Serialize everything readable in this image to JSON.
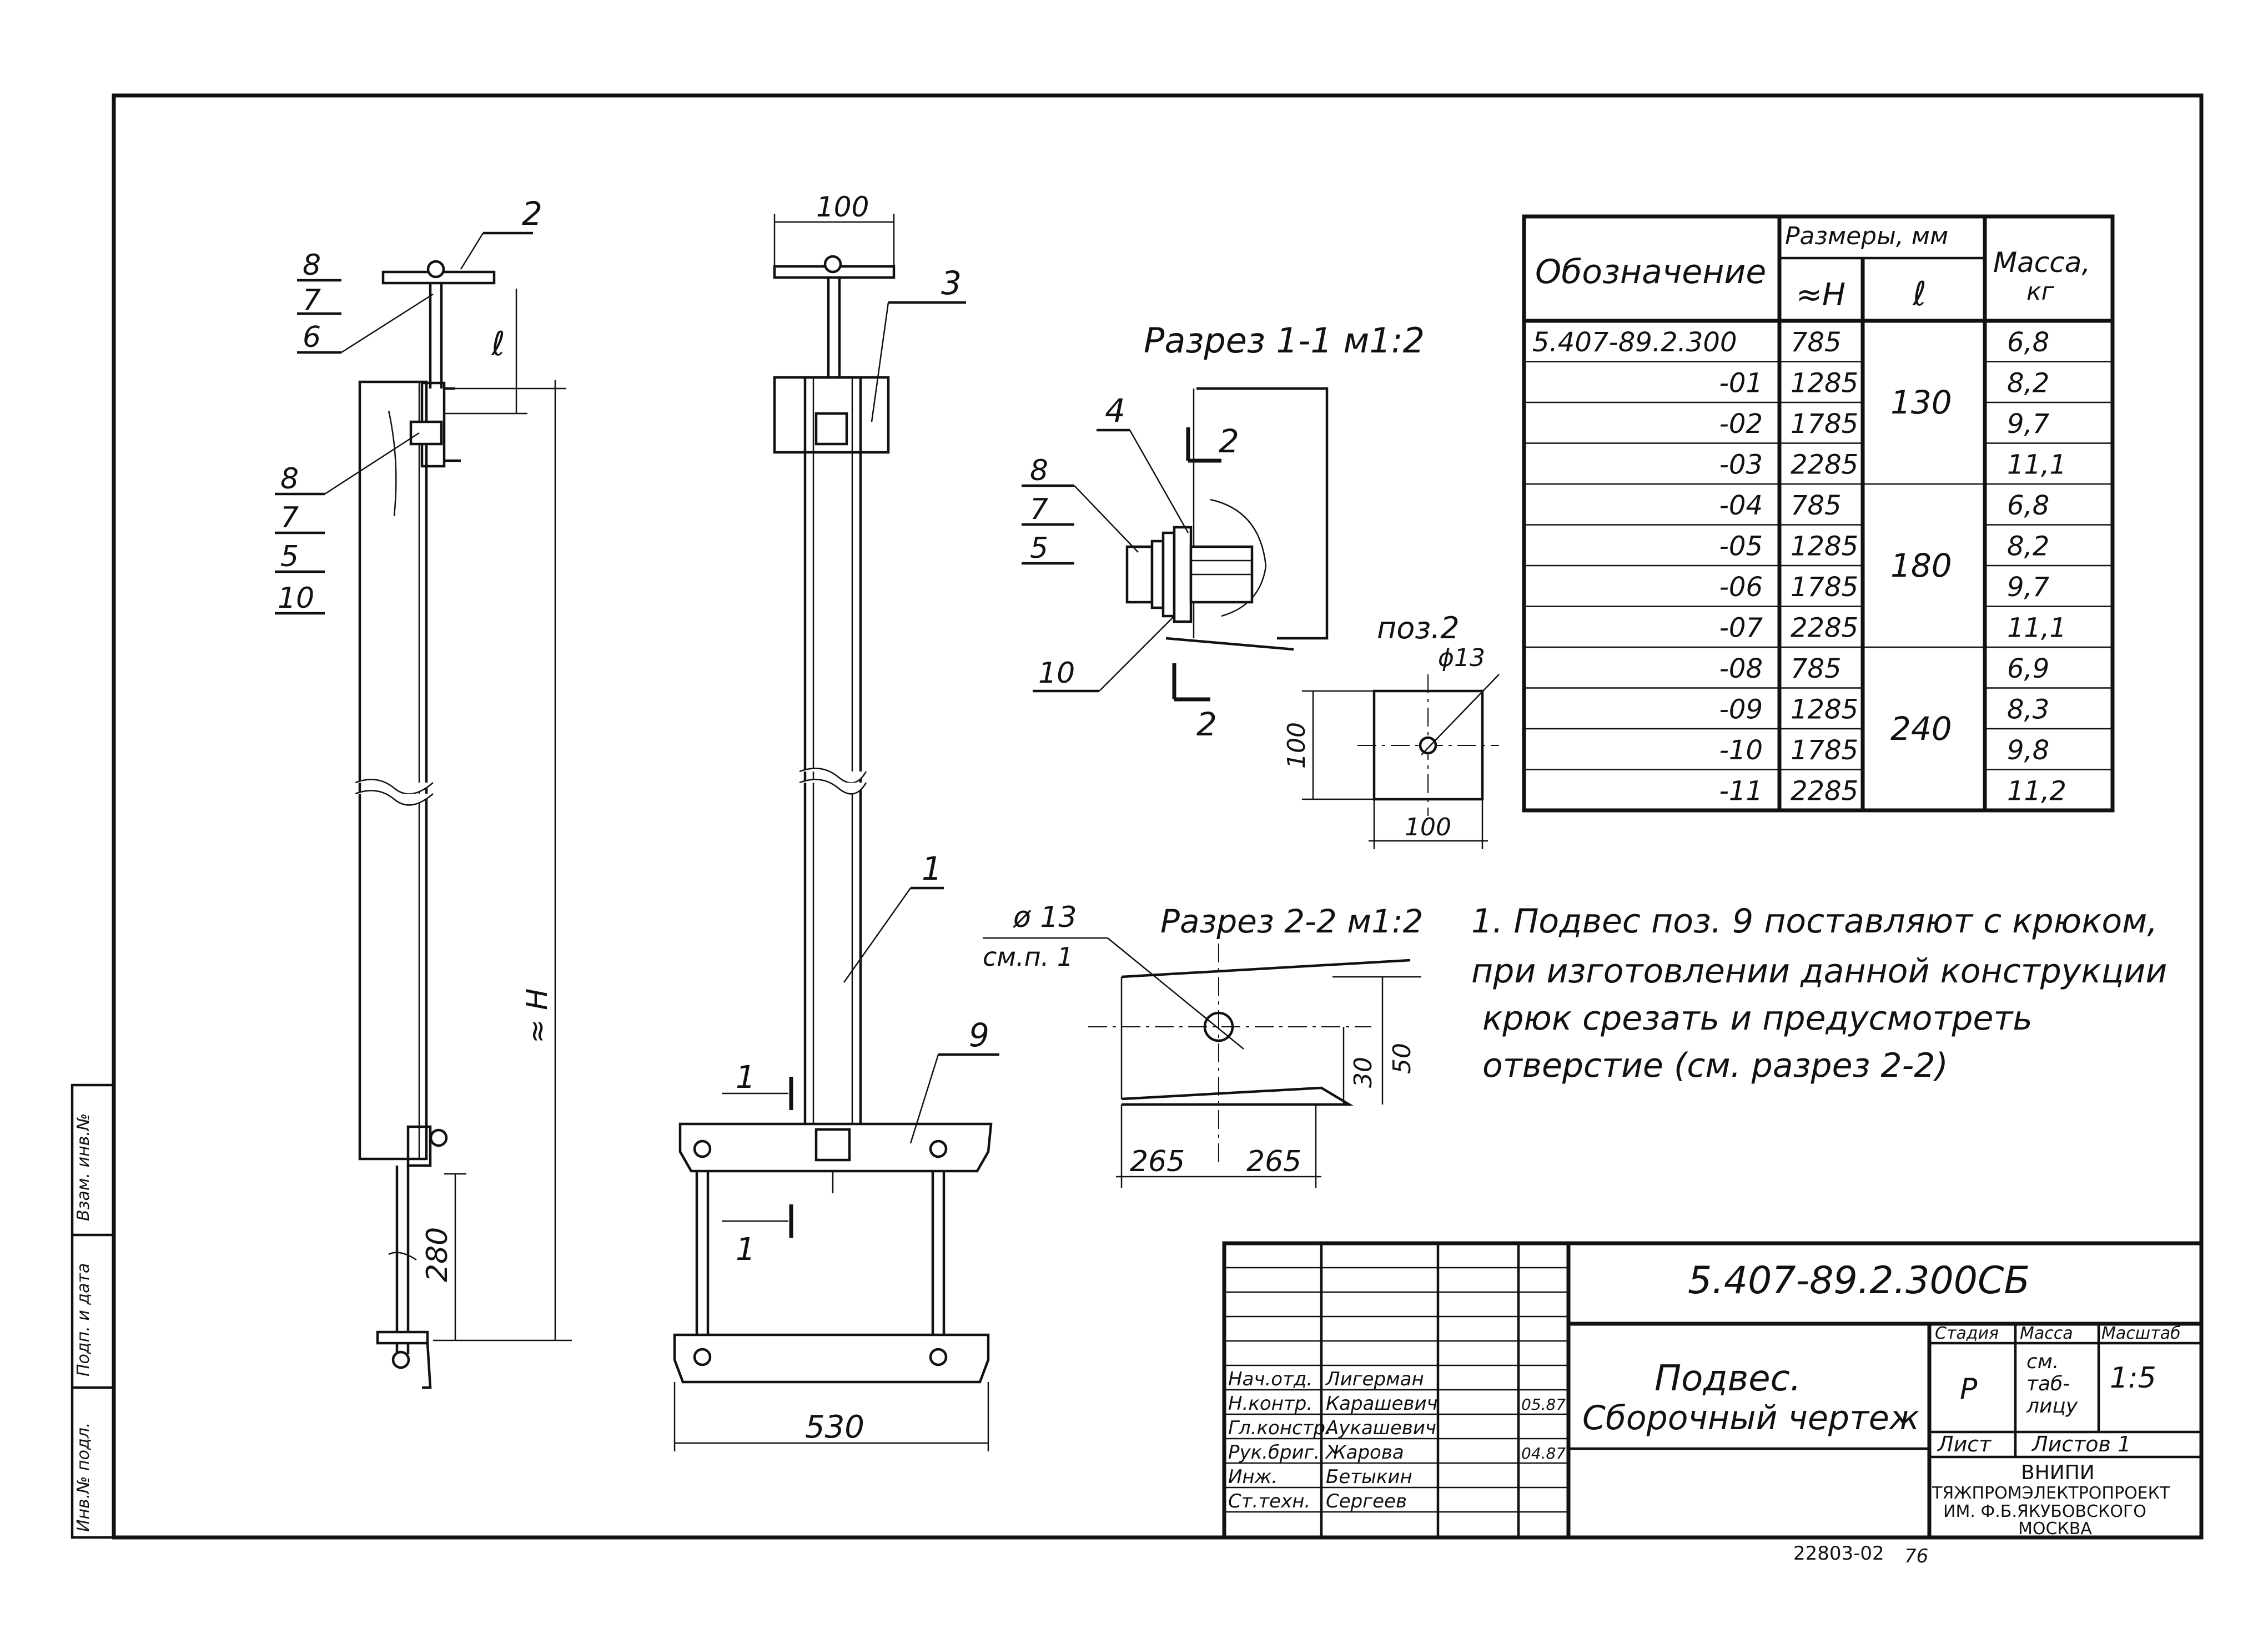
{
  "left_view": {
    "callouts_top": [
      "8",
      "7",
      "6"
    ],
    "callout_2": "2",
    "callouts_mid": [
      "8",
      "7",
      "5",
      "10"
    ],
    "dim_l": "ℓ",
    "dim_280": "280",
    "dim_H": "≈ H"
  },
  "front_view": {
    "dim_100": "100",
    "callout_3": "3",
    "callout_1": "1",
    "callout_9": "9",
    "section_1_top": "1",
    "section_1_bottom": "1",
    "dim_530": "530"
  },
  "section_1_1": {
    "title": "Разрез 1-1 м1:2",
    "callout_4": "4",
    "callout_2": "2",
    "callouts": [
      "8",
      "7",
      "5"
    ],
    "callout_10": "10",
    "cut_2_bottom": "2"
  },
  "pos_2": {
    "title": "поз.2",
    "dia": "ϕ13",
    "dim_vertical": "100",
    "dim_horizontal": "100"
  },
  "section_2_2": {
    "title": "Разрез 2-2 м1:2",
    "dia": "ø 13",
    "note_ref": "см.п. 1",
    "dim_30": "30",
    "dim_50": "50",
    "dim_265_left": "265",
    "dim_265_right": "265"
  },
  "table": {
    "header_designation": "Обозначение",
    "header_sizes": "Размеры, мм",
    "header_H": "≈H",
    "header_l": "ℓ",
    "header_mass": "Масса,",
    "header_mass_unit": "кг",
    "rows": [
      {
        "designation": "5.407-89.2.300",
        "H": "785",
        "mass": "6,8"
      },
      {
        "designation": "-01",
        "H": "1285",
        "mass": "8,2"
      },
      {
        "designation": "-02",
        "H": "1785",
        "mass": "9,7"
      },
      {
        "designation": "-03",
        "H": "2285",
        "mass": "11,1"
      },
      {
        "designation": "-04",
        "H": "785",
        "mass": "6,8"
      },
      {
        "designation": "-05",
        "H": "1285",
        "mass": "8,2"
      },
      {
        "designation": "-06",
        "H": "1785",
        "mass": "9,7"
      },
      {
        "designation": "-07",
        "H": "2285",
        "mass": "11,1"
      },
      {
        "designation": "-08",
        "H": "785",
        "mass": "6,9"
      },
      {
        "designation": "-09",
        "H": "1285",
        "mass": "8,3"
      },
      {
        "designation": "-10",
        "H": "1785",
        "mass": "9,8"
      },
      {
        "designation": "-11",
        "H": "2285",
        "mass": "11,2"
      }
    ],
    "l_groups": [
      "130",
      "180",
      "240"
    ]
  },
  "note": [
    "1. Подвес поз. 9 поставляют с крюком,",
    "при изготовлении данной конструкции",
    "крюк срезать и предусмотреть",
    "отверстие (см. разрез 2-2)"
  ],
  "title_block": {
    "code": "5.407-89.2.300СБ",
    "name_line1": "Подвес.",
    "name_line2": "Сборочный чертеж",
    "stage_label": "Стадия",
    "mass_label": "Масса",
    "scale_label": "Масштаб",
    "stage": "Р",
    "mass_value": [
      "см.",
      "таб-",
      "лицу"
    ],
    "scale": "1:5",
    "sheet_label": "Лист",
    "sheets_label": "Листов 1",
    "org": [
      "ВНИПИ",
      "ТЯЖПРОМЭЛЕКТРОПРОЕКТ",
      "ИМ. Ф.Б.ЯКУБОВСКОГО",
      "МОСКВА"
    ],
    "roles": [
      {
        "role": "Нач.отд.",
        "name": "Лигерман",
        "date": ""
      },
      {
        "role": "Н.контр.",
        "name": "Карашевич",
        "date": "05.87"
      },
      {
        "role": "Гл.констр.",
        "name": "Аукашевич",
        "date": ""
      },
      {
        "role": "Рук.бриг.",
        "name": "Жарова",
        "date": "04.87"
      },
      {
        "role": "Инж.",
        "name": "Бетыкин",
        "date": ""
      },
      {
        "role": "Ст.техн.",
        "name": "Сергеев",
        "date": ""
      }
    ]
  },
  "side_stamp": [
    "Инв.№ подл.",
    "Подп. и дата",
    "Взам. инв.№"
  ],
  "footer_number": "22803-02",
  "footer_page": "76"
}
